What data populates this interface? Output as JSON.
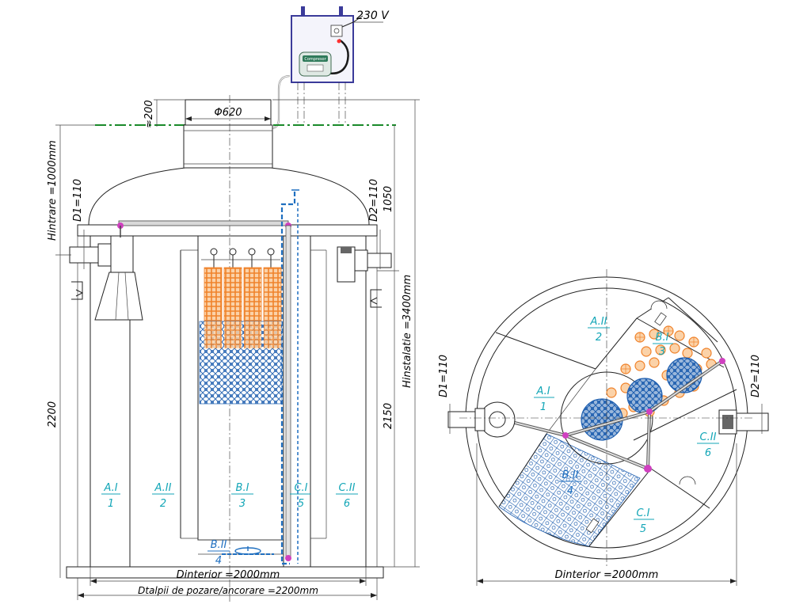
{
  "left_view": {
    "power": "230 V",
    "cabinet_label": "Compresor",
    "dim_soil": "≈200",
    "dim_manhole": "Φ620",
    "dim_h_inlet": "Hintrare =1000mm",
    "dim_d1": "D1=110",
    "dim_d2": "D2=110",
    "dim_1050": "1050",
    "dim_h_install": "Hinstalatie =3400mm",
    "dim_2200": "2200",
    "dim_2150": "2150",
    "dim_d_interior": "Dinterior =2000mm",
    "dim_d_footing": "Dtalpii de pozare/ancorare =2200mm",
    "chambers": [
      {
        "top": "A.I",
        "bottom": "1"
      },
      {
        "top": "A.II",
        "bottom": "2"
      },
      {
        "top": "B.I",
        "bottom": "3"
      },
      {
        "top": "C.I",
        "bottom": "5"
      },
      {
        "top": "C.II",
        "bottom": "6"
      }
    ],
    "chamber_b2": {
      "top": "B.II",
      "bottom": "4"
    }
  },
  "right_view": {
    "dim_d1": "D1=110",
    "dim_d2": "D2=110",
    "dim_d_interior": "Dinterior =2000mm",
    "chambers": [
      {
        "top": "A.II",
        "bottom": "2"
      },
      {
        "top": "B.I",
        "bottom": "3"
      },
      {
        "top": "A.I",
        "bottom": "1"
      },
      {
        "top": "C.II",
        "bottom": "6"
      },
      {
        "top": "B.II",
        "bottom": "4"
      },
      {
        "top": "C.I",
        "bottom": "5"
      }
    ]
  },
  "colors": {
    "chamber_label": "#13a6b7",
    "media_orange": "#f0822a",
    "media_blue": "#1f5fb0",
    "pipe_blue": "#1f6fc0",
    "fitting_pink": "#d040c0",
    "soil_green": "#1a8a2a",
    "cabinet": "#3b3b9a"
  }
}
